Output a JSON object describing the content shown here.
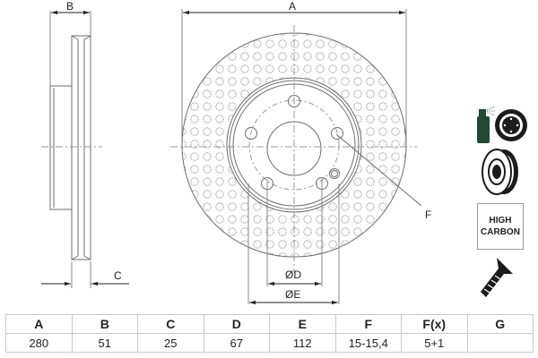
{
  "drawing": {
    "side_view": {
      "dimension_B_label": "B",
      "dimension_C_label": "C"
    },
    "front_view": {
      "dimension_A_label": "A",
      "dimension_D_label": "ØD",
      "dimension_E_label": "ØE",
      "callout_F_label": "F"
    },
    "colors": {
      "line": "#6e6e6e",
      "hole": "#9a9a9a",
      "icon": "#1c1c1c",
      "icon_green": "#1f4a34"
    }
  },
  "icons": [
    {
      "name": "coated-disc-spray-icon"
    },
    {
      "name": "ventilated-disc-icon"
    },
    {
      "name": "high-carbon-badge",
      "lines": [
        "HIGH",
        "CARBON"
      ]
    },
    {
      "name": "screw-included-icon"
    }
  ],
  "spec_table": {
    "headers": [
      "A",
      "B",
      "C",
      "D",
      "E",
      "F",
      "F(x)",
      "G"
    ],
    "values": [
      "280",
      "51",
      "25",
      "67",
      "112",
      "15-15,4",
      "5+1",
      ""
    ]
  }
}
